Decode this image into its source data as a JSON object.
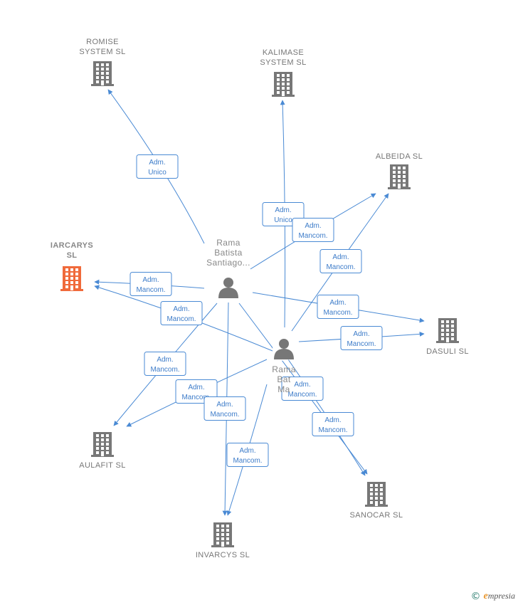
{
  "nodes": [
    {
      "id": "romise",
      "type": "company",
      "label": [
        "ROMISE",
        "SYSTEM  SL"
      ],
      "color": "#777777"
    },
    {
      "id": "kalimase",
      "type": "company",
      "label": [
        "KALIMASE",
        "SYSTEM  SL"
      ],
      "color": "#777777"
    },
    {
      "id": "albeida",
      "type": "company",
      "label": [
        "ALBEIDA  SL"
      ],
      "color": "#777777"
    },
    {
      "id": "iarcarys",
      "type": "company",
      "label": [
        "IARCARYS",
        "SL"
      ],
      "color": "#f06a3b",
      "main": true
    },
    {
      "id": "dasuli",
      "type": "company",
      "label": [
        "DASULI  SL"
      ],
      "color": "#777777"
    },
    {
      "id": "aulafit",
      "type": "company",
      "label": [
        "AULAFIT  SL"
      ],
      "color": "#777777"
    },
    {
      "id": "sanocar",
      "type": "company",
      "label": [
        "SANOCAR  SL"
      ],
      "color": "#777777"
    },
    {
      "id": "invarcys",
      "type": "company",
      "label": [
        "INVARCYS  SL"
      ],
      "color": "#777777"
    },
    {
      "id": "p1",
      "type": "person",
      "label": [
        "Rama",
        "Batista",
        "Santiago..."
      ],
      "color": "#777777"
    },
    {
      "id": "p2",
      "type": "person",
      "label": [
        "Rama",
        "Bat",
        "Ma"
      ],
      "color": "#777777"
    }
  ],
  "edges": [
    {
      "from": "p1",
      "to": "romise",
      "label": [
        "Adm.",
        "Unico"
      ]
    },
    {
      "from": "p2",
      "to": "kalimase",
      "label": [
        "Adm.",
        "Unico"
      ]
    },
    {
      "from": "p1",
      "to": "albeida",
      "label": [
        "Adm.",
        "Mancom."
      ]
    },
    {
      "from": "p2",
      "to": "albeida",
      "label": [
        "Adm.",
        "Mancom."
      ]
    },
    {
      "from": "p1",
      "to": "iarcarys",
      "label": [
        "Adm.",
        "Mancom."
      ]
    },
    {
      "from": "p2",
      "to": "iarcarys",
      "label": [
        "Adm.",
        "Mancom."
      ]
    },
    {
      "from": "p1",
      "to": "dasuli",
      "label": [
        "Adm.",
        "Mancom."
      ]
    },
    {
      "from": "p2",
      "to": "dasuli",
      "label": [
        "Adm.",
        "Mancom."
      ]
    },
    {
      "from": "p1",
      "to": "aulafit",
      "label": [
        "Adm.",
        "Mancom."
      ]
    },
    {
      "from": "p2",
      "to": "aulafit",
      "label": [
        "Adm.",
        "Mancom."
      ]
    },
    {
      "from": "p1",
      "to": "invarcys",
      "label": [
        "Adm.",
        "Mancom."
      ]
    },
    {
      "from": "p2",
      "to": "invarcys",
      "label": [
        "Adm.",
        "Mancom."
      ]
    },
    {
      "from": "p1",
      "to": "sanocar",
      "label": [
        "Adm.",
        "Mancom."
      ]
    },
    {
      "from": "p2",
      "to": "sanocar",
      "label": [
        "Adm.",
        "Mancom."
      ]
    }
  ],
  "footer": {
    "symbol": "©",
    "brand_initial": "e",
    "brand_rest": "mpresia"
  },
  "colors": {
    "edge": "#4a8ad4",
    "edge_text": "#3d7cc9",
    "company": "#777777",
    "main_company": "#f06a3b"
  }
}
